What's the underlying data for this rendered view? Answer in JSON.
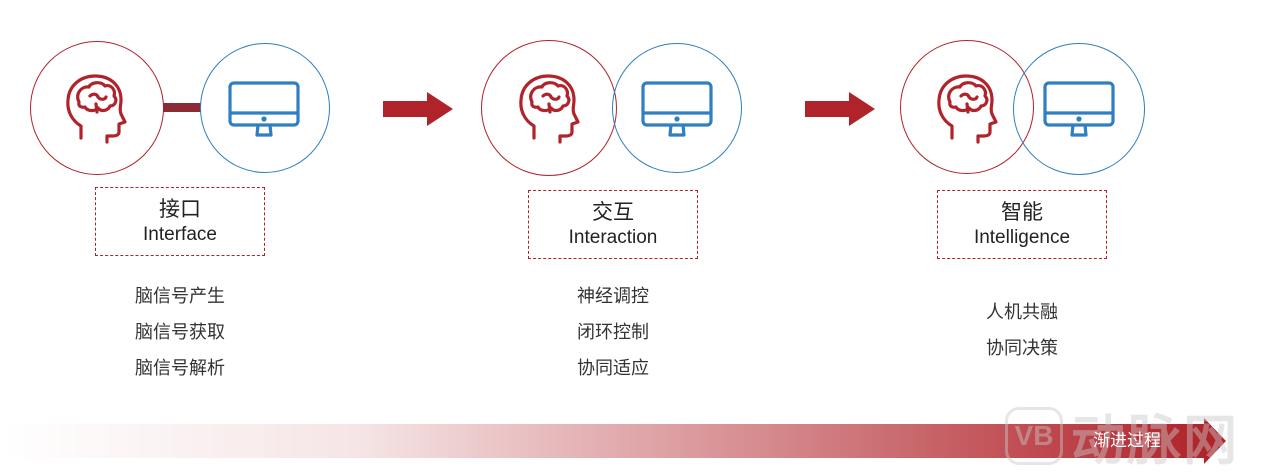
{
  "stages": [
    {
      "title_cn": "接口",
      "title_en": "Interface",
      "items": [
        "脑信号产生",
        "脑信号获取",
        "脑信号解析"
      ]
    },
    {
      "title_cn": "交互",
      "title_en": "Interaction",
      "items": [
        "神经调控",
        "闭环控制",
        "协同适应"
      ]
    },
    {
      "title_cn": "智能",
      "title_en": "Intelligence",
      "items": [
        "人机共融",
        "协同决策"
      ]
    }
  ],
  "progress_bar": {
    "label": "渐进过程"
  },
  "watermark": {
    "logo": "VB",
    "text": "动脉网"
  },
  "colors": {
    "red": "#b0232a",
    "blue": "#2f7fc1",
    "connector": "#8c2b33"
  },
  "icons": [
    "brain-head-icon",
    "monitor-icon",
    "right-arrow-icon"
  ]
}
